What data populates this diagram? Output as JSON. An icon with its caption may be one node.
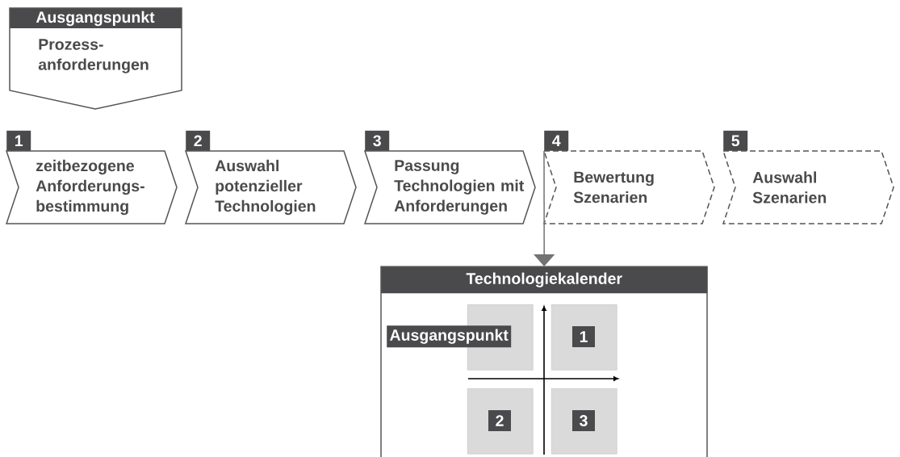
{
  "diagram": {
    "nodes": [
      {
        "text": [
          "Ausgangspunkt",
          "Prozess- anforderungen"
        ]
      },
      {
        "text": [
          "1",
          "zeitbezogene Anforderungs- bestimmung"
        ]
      },
      {
        "text": [
          "2",
          "Auswahl potenzieller Technologien"
        ]
      },
      {
        "text": [
          "3",
          "Passung Technologien mit Anforderungen"
        ]
      },
      {
        "text": [
          "4",
          "Bewertung Szenarien"
        ]
      },
      {
        "text": [
          "5",
          "Auswahl Szenarien"
        ]
      },
      {
        "text": [
          "Technologiekalender"
        ]
      },
      {
        "text": [
          "Ausgangspunkt"
        ],
        "in": 6
      },
      {
        "text": [],
        "shape": "box",
        "in": 6
      },
      {
        "text": [
          "1"
        ],
        "in": 6
      },
      {
        "text": [
          "2"
        ],
        "in": 6
      },
      {
        "text": [
          "3"
        ],
        "in": 6
      }
    ],
    "edges": [
      {
        "from": 4,
        "to": 6,
        "arrow": "to"
      }
    ]
  }
}
